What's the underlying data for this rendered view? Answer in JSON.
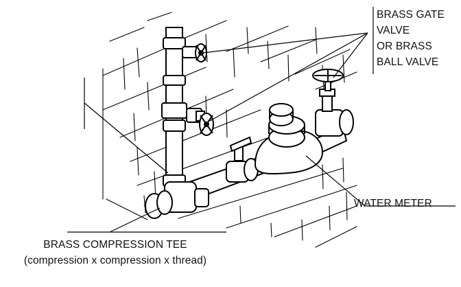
{
  "labels": {
    "gate_valve": [
      "BRASS GATE",
      "VALVE",
      "OR BRASS",
      "BALL VALVE"
    ],
    "water_meter": "WATER METER",
    "tee": "BRASS COMPRESSION TEE",
    "tee_sub": "(compression x compression x thread)"
  },
  "colors": {
    "line": "#000000",
    "background": "#ffffff"
  }
}
